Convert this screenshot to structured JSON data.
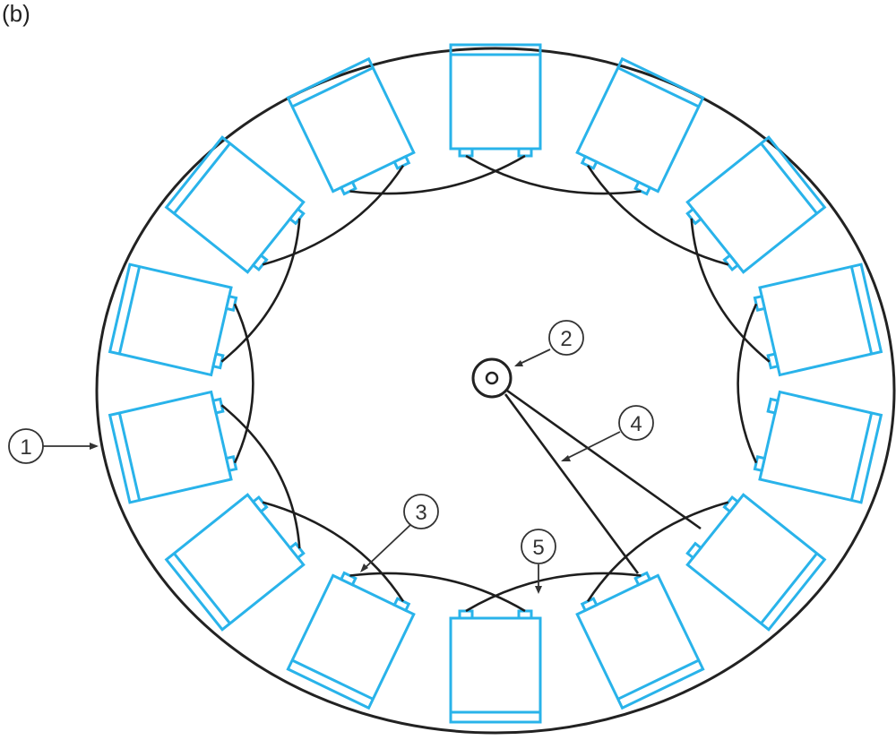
{
  "figure": {
    "panel_label": "(b)",
    "callouts": [
      "1",
      "2",
      "3",
      "4",
      "5"
    ],
    "colors": {
      "battery": "#29b3ea",
      "wire": "#1e1e1e",
      "container": "#222222",
      "callout": "#333333"
    },
    "battery_count": 14
  }
}
